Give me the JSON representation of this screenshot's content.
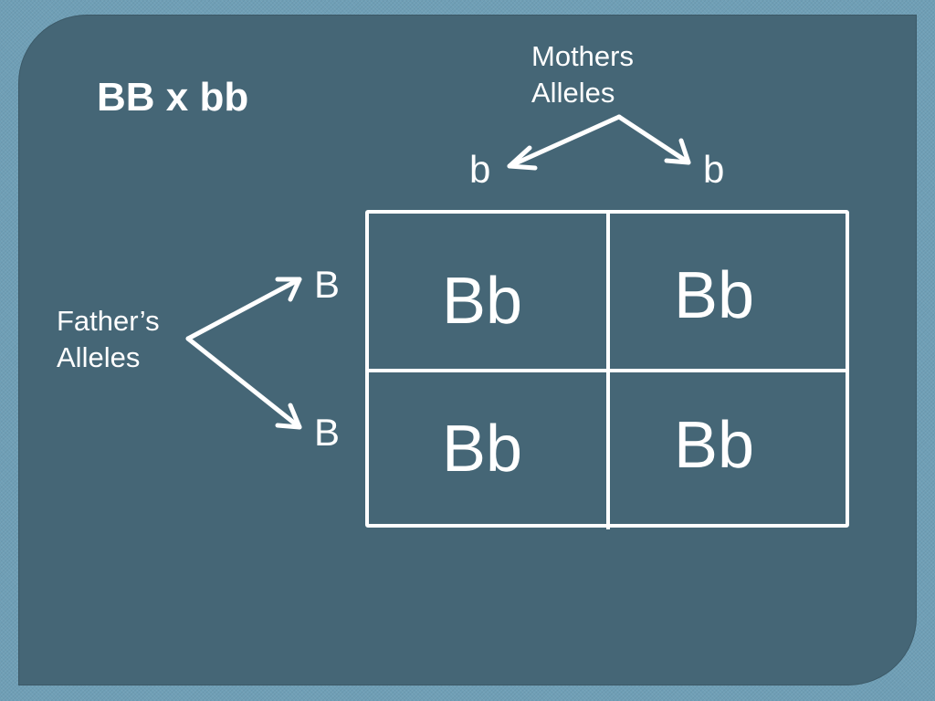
{
  "slide": {
    "title": "BB x bb"
  },
  "mother": {
    "label_line1": "Mothers",
    "label_line2": "Alleles",
    "alleles": [
      "b",
      "b"
    ]
  },
  "father": {
    "label_line1": "Father’s",
    "label_line2": "Alleles",
    "alleles": [
      "B",
      "B"
    ]
  },
  "punnett": {
    "cells": [
      [
        "Bb",
        "Bb"
      ],
      [
        "Bb",
        "Bb"
      ]
    ]
  },
  "colors": {
    "background": "#6f9fb6",
    "panel": "#456676",
    "foreground": "#ffffff"
  }
}
